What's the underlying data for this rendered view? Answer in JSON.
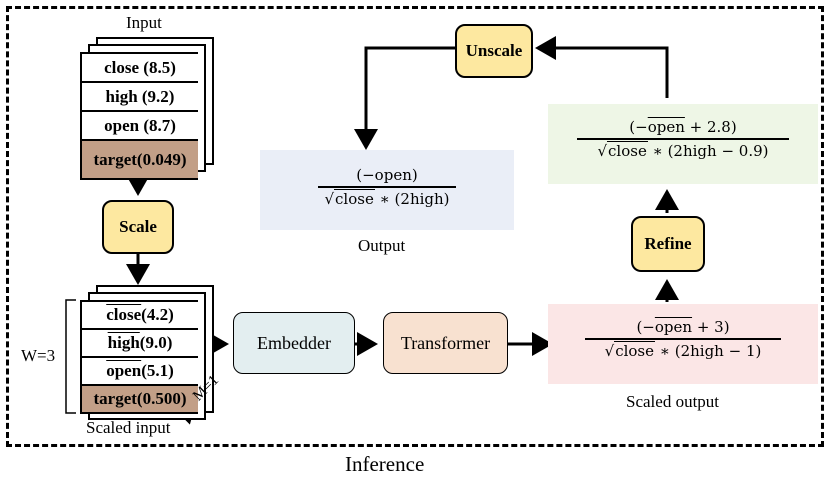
{
  "input_label": "Input",
  "input_rows": [
    "close (8.5)",
    "high (9.2)",
    "open (8.7)",
    "target(0.049)"
  ],
  "scale_label": "Scale",
  "scaled_rows": {
    "close_name": "close",
    "close_val": "(4.2)",
    "high_name": "high",
    "high_val": "(9.0)",
    "open_name": "open",
    "open_val": "(5.1)",
    "target": "target(0.500)"
  },
  "w_label": "W=3",
  "m_label": "M=1",
  "scaled_input_label": "Scaled input",
  "embedder_label": "Embedder",
  "transformer_label": "Transformer",
  "scaled_output": {
    "num_a": "(−",
    "num_b": "open",
    "num_c": " + 3)",
    "den_a": "close",
    "den_b": " ∗ (2high − 1)"
  },
  "scaled_output_label": "Scaled output",
  "refine_label": "Refine",
  "refined": {
    "num_a": "(−",
    "num_b": "open",
    "num_c": " + 2.8)",
    "den_a": "close",
    "den_b": " ∗ (2high − 0.9)"
  },
  "unscale_label": "Unscale",
  "output": {
    "num": "(−open)",
    "den_a": "close",
    "den_b": " ∗ (2high)"
  },
  "output_label": "Output",
  "caption": "Inference",
  "colors": {
    "target_fill": "#c29f87",
    "process_fill": "#fde8a0",
    "embedder_fill": "#e3eef0",
    "transformer_fill": "#f8e1d0",
    "bracket": "#f08a30",
    "output_bg": "#eaeef7",
    "refined_bg": "#eef6e6",
    "scaled_output_bg": "#fbe6e6"
  }
}
